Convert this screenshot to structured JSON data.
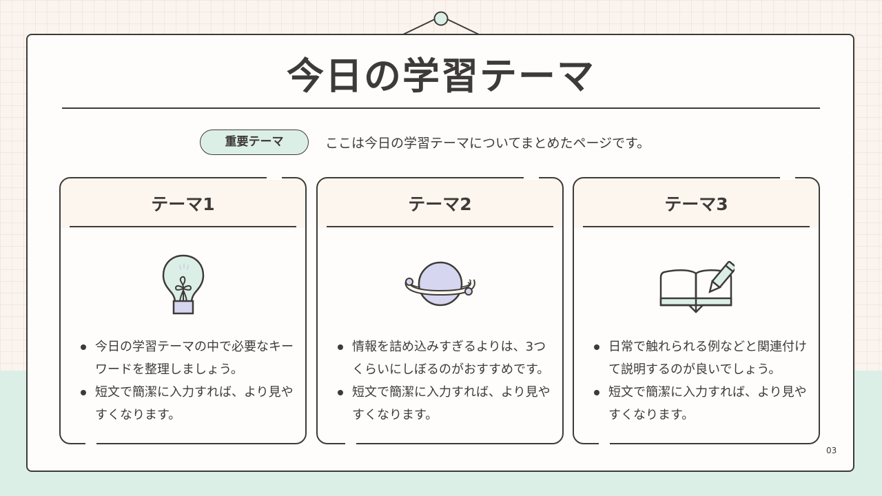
{
  "slide": {
    "title": "今日の学習テーマ",
    "badge": "重要テーマ",
    "subtitle": "ここは今日の学習テーマについてまとめたページです。",
    "page_number": "03"
  },
  "colors": {
    "ink": "#3d3a38",
    "background_cream": "#fbf4ee",
    "background_mint": "#dcefe6",
    "card_header": "#fdf6ef",
    "accent_lavender": "#d6d6f0",
    "accent_mint": "#dcefe6"
  },
  "cards": [
    {
      "title": "テーマ1",
      "icon": "lightbulb-icon",
      "bullets": [
        "今日の学習テーマの中で必要なキーワードを整理しましょう。",
        "短文で簡潔に入力すれば、より見やすくなります。"
      ]
    },
    {
      "title": "テーマ2",
      "icon": "planet-icon",
      "bullets": [
        "情報を詰め込みすぎるよりは、3つくらいにしぼるのがおすすめです。",
        "短文で簡潔に入力すれば、より見やすくなります。"
      ]
    },
    {
      "title": "テーマ3",
      "icon": "book-pencil-icon",
      "bullets": [
        "日常で触れられる例などと関連付けて説明するのが良いでしょう。",
        "短文で簡潔に入力すれば、より見やすくなります。"
      ]
    }
  ]
}
